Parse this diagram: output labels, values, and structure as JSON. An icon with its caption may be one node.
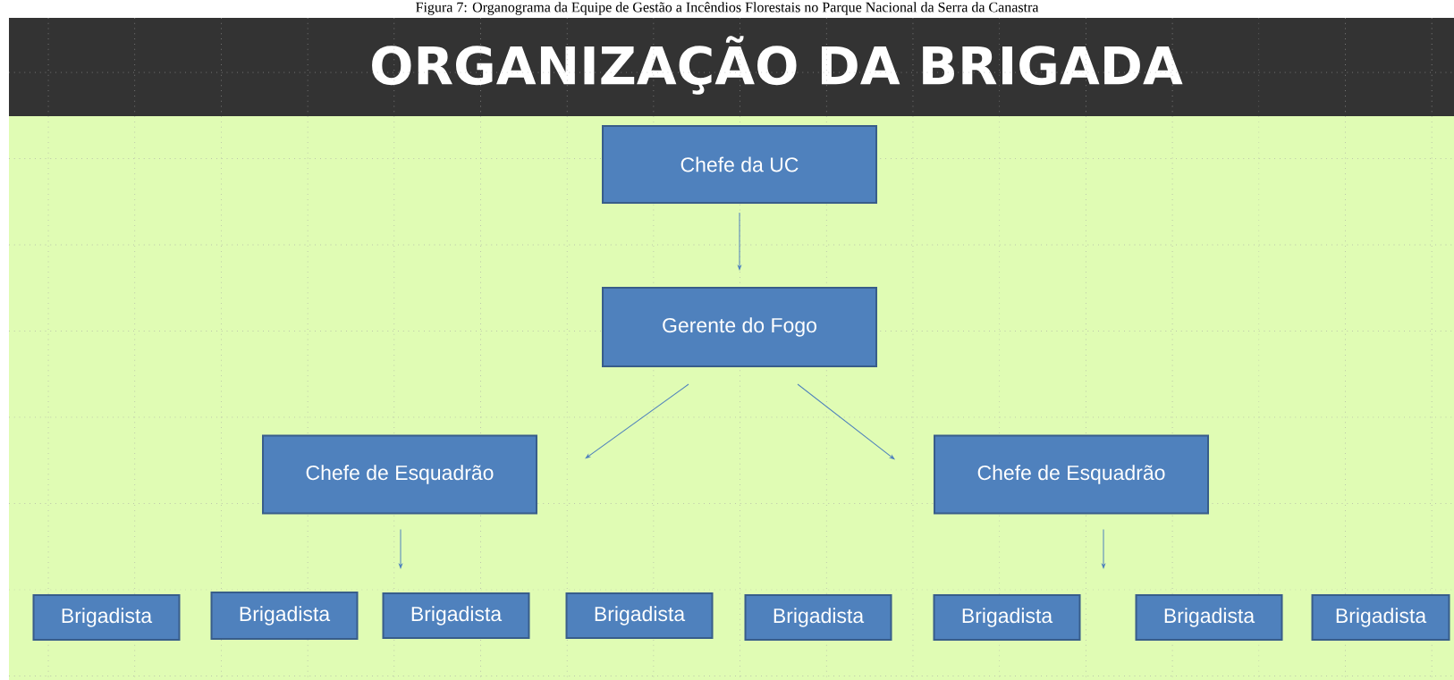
{
  "diagram": {
    "title": "ORGANIZAÇÃO DA BRIGADA",
    "caption": "Figura 7: Organograma da Equipe de Gestão a Incêndios Florestais no Parque Nacional da Serra da Canastra",
    "nodes": [
      {
        "text": [
          "Chefe da UC"
        ]
      },
      {
        "text": [
          "Gerente do Fogo"
        ]
      },
      {
        "text": [
          "Chefe de Esquadrão"
        ]
      },
      {
        "text": [
          "Chefe de Esquadrão"
        ]
      },
      {
        "text": [
          "Brigadista"
        ]
      },
      {
        "text": [
          "Brigadista"
        ]
      },
      {
        "text": [
          "Brigadista"
        ]
      },
      {
        "text": [
          "Brigadista"
        ]
      },
      {
        "text": [
          "Brigadista"
        ]
      },
      {
        "text": [
          "Brigadista"
        ]
      },
      {
        "text": [
          "Brigadista"
        ]
      },
      {
        "text": [
          "Brigadista"
        ]
      }
    ],
    "edges": [
      {
        "from": 0,
        "to": 1,
        "arrow": "to"
      },
      {
        "from": 1,
        "to": 2,
        "arrow": "to"
      },
      {
        "from": 1,
        "to": 3,
        "arrow": "to"
      },
      {
        "from": 2,
        "to": null,
        "arrow": "to"
      },
      {
        "from": 3,
        "to": null,
        "arrow": "to"
      }
    ]
  }
}
